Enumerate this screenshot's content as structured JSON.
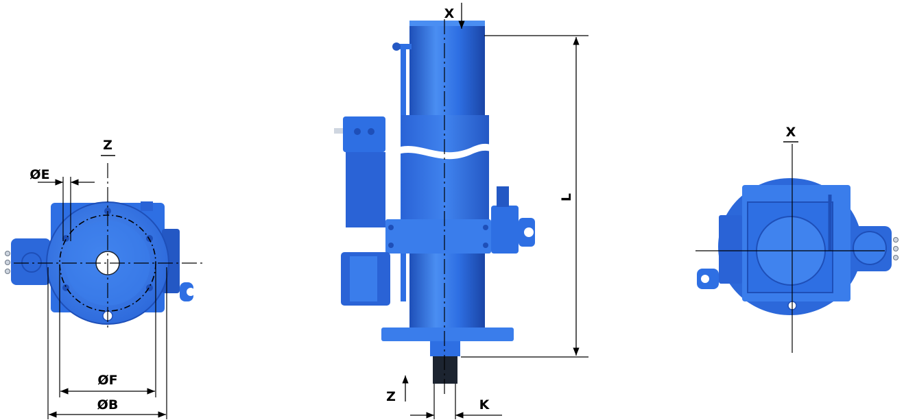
{
  "labels": {
    "z_left": "Z",
    "oe": "ØE",
    "of": "ØF",
    "ob": "ØB",
    "x_top": "X",
    "l": "L",
    "z_bottom": "Z",
    "k": "K",
    "x_right": "X"
  },
  "colors": {
    "body": "#2e6fe3",
    "body_light": "#4a8ef2",
    "body_dark": "#1e4fb8",
    "shaft": "#1c2430"
  }
}
